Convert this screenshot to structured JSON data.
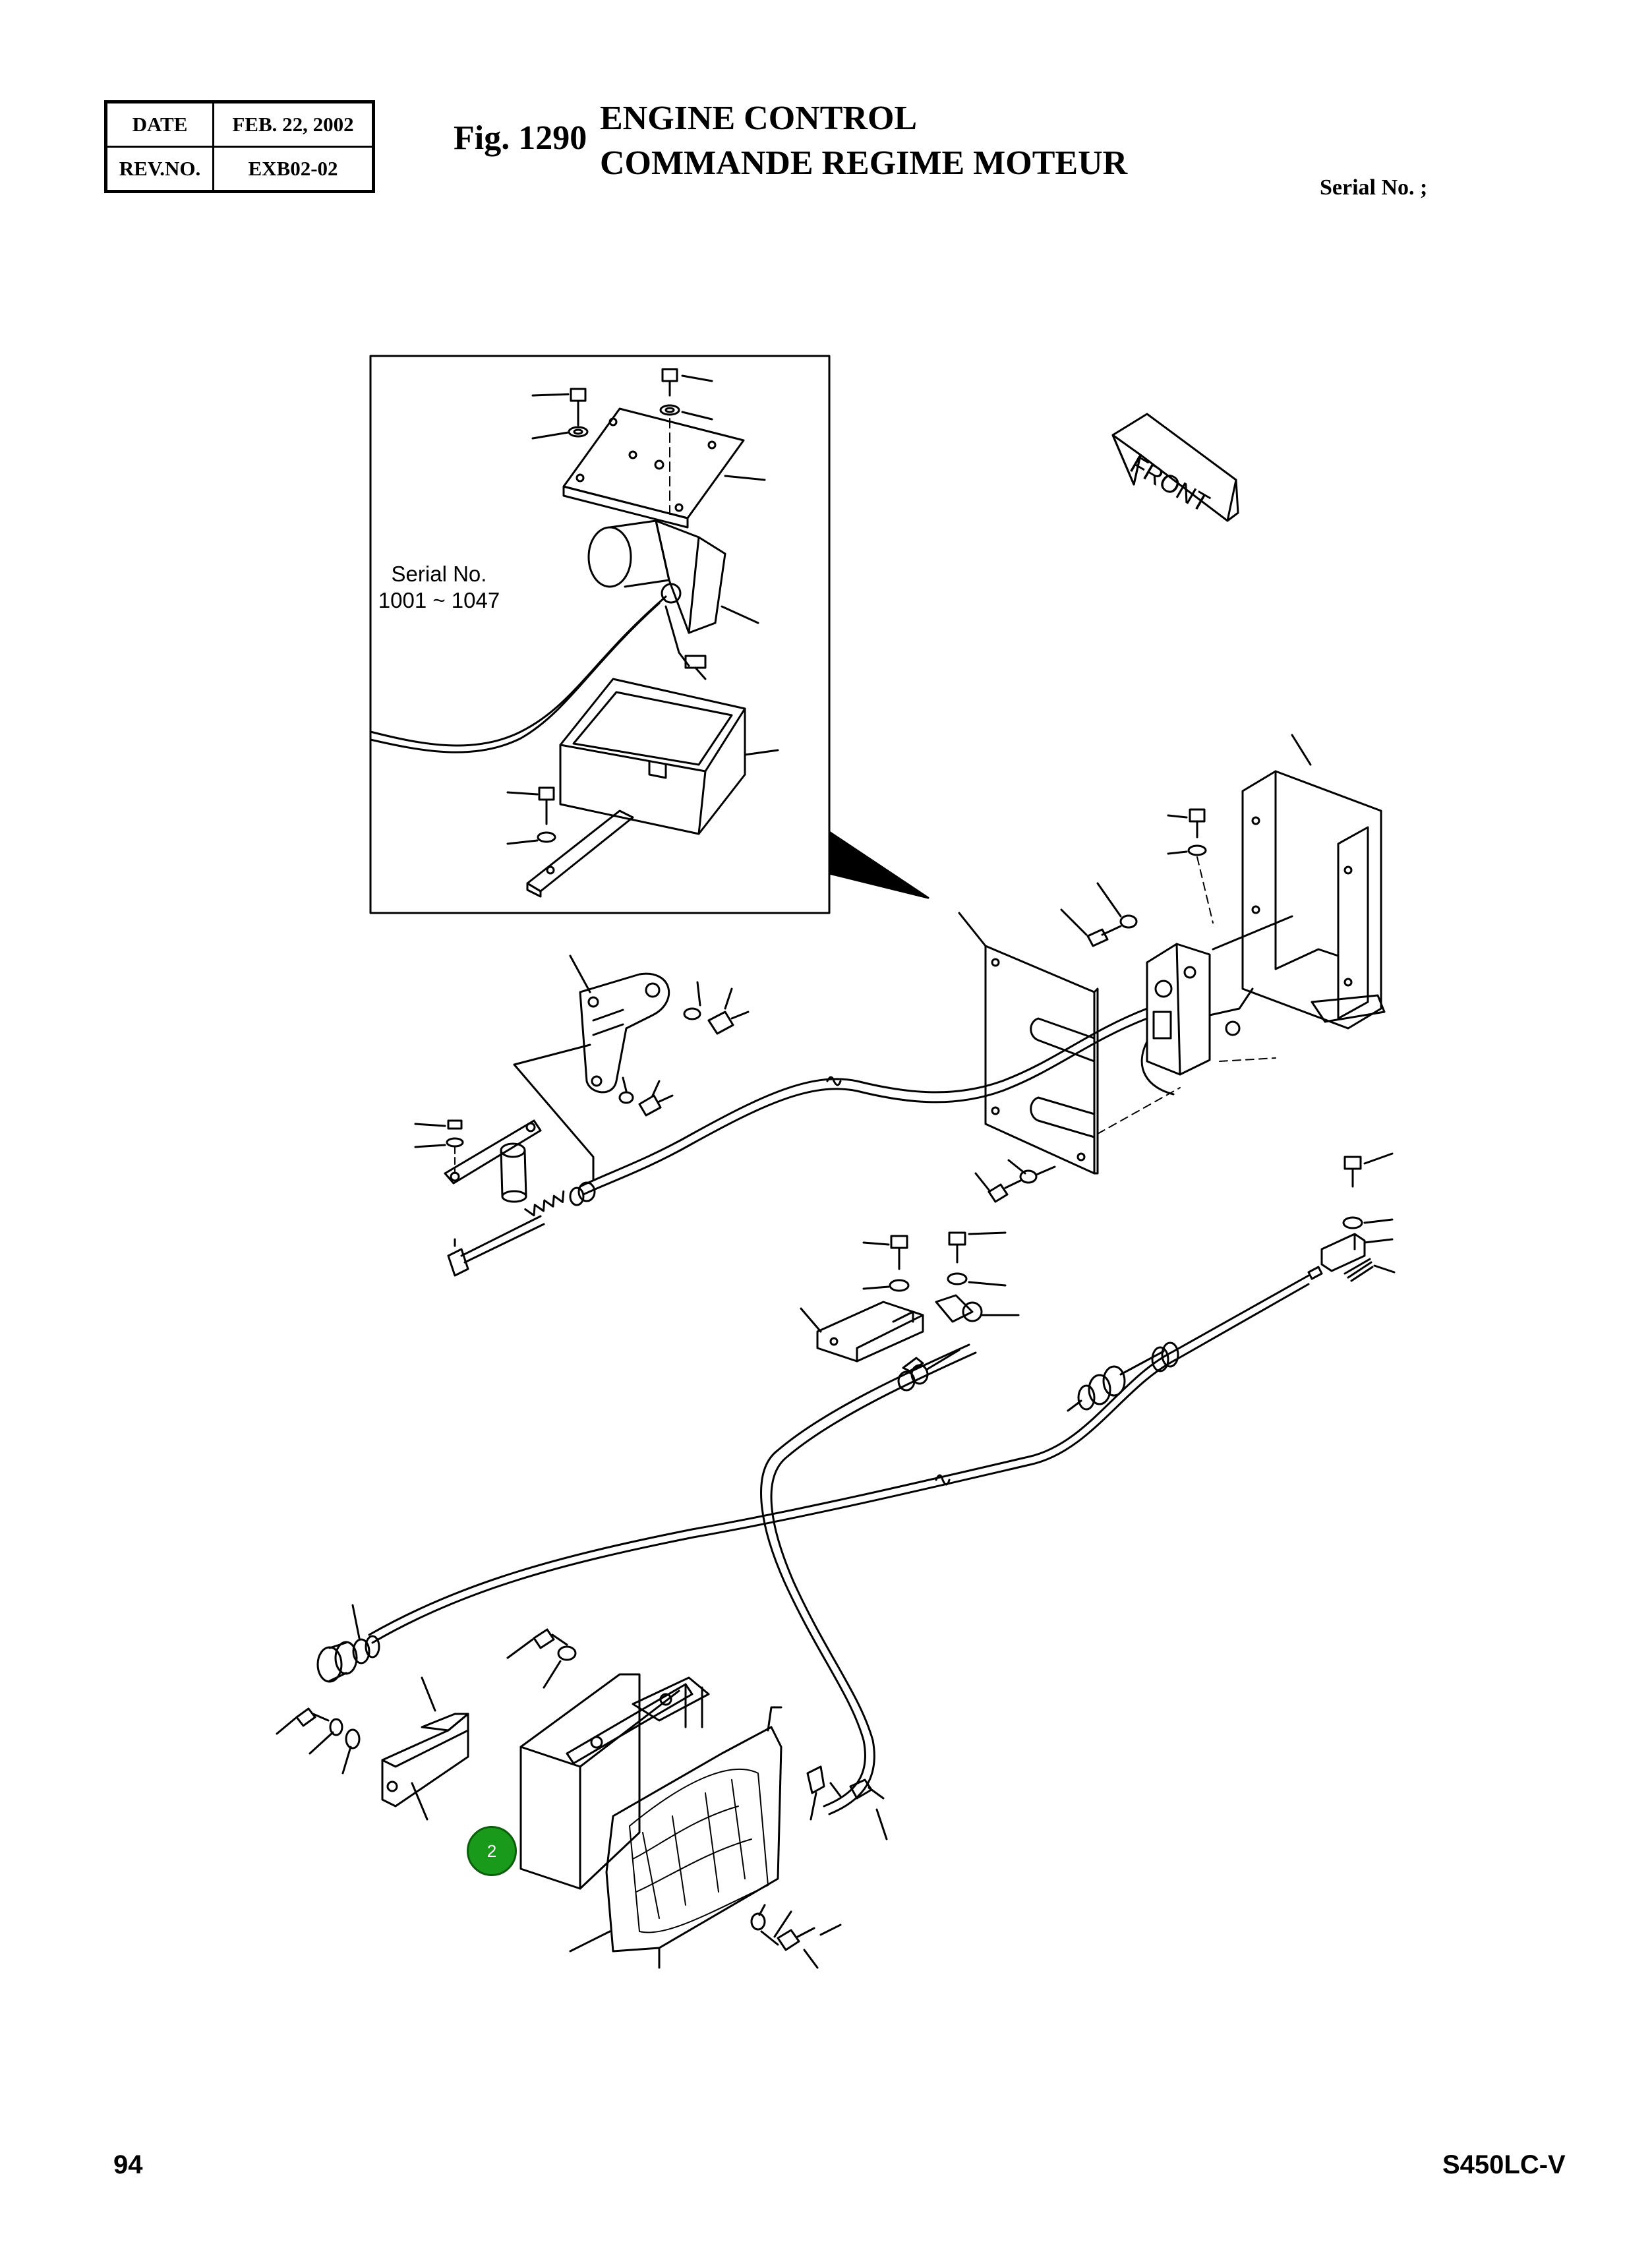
{
  "header": {
    "date_label": "DATE",
    "date_value": "FEB. 22, 2002",
    "rev_label": "REV.NO.",
    "rev_value": "EXB02-02"
  },
  "figure": {
    "number": "Fig. 1290",
    "title_en": "ENGINE CONTROL",
    "title_fr": "COMMANDE REGIME MOTEUR",
    "serial_label": "Serial No. ;"
  },
  "inset": {
    "serial_line1": "Serial No.",
    "serial_line2": "1001 ~ 1047"
  },
  "front_arrow_label": "FRONT",
  "callouts": [
    {
      "label": "2"
    }
  ],
  "footer": {
    "page_number": "94",
    "model": "S450LC-V"
  }
}
